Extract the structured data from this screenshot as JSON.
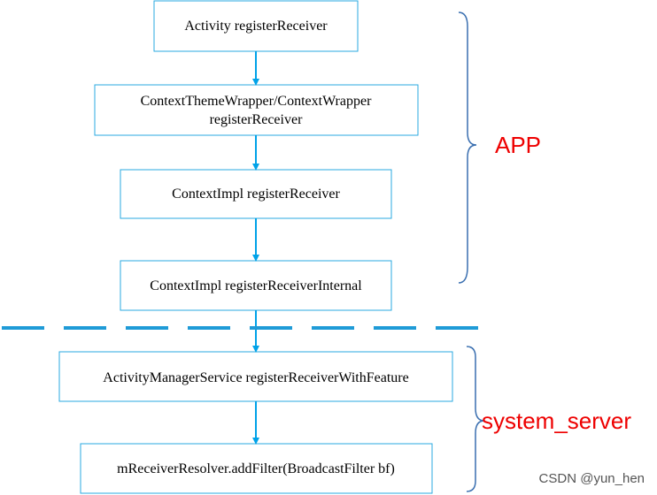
{
  "colors": {
    "box_border": "#29a9e0",
    "arrow": "#00a2e8",
    "separator": "#1f9bd7",
    "brace": "#3a6fb0",
    "region_label": "#ee0000",
    "watermark": "#555555"
  },
  "boxes": {
    "activity": {
      "line1": "Activity registerReceiver"
    },
    "context_wrapper": {
      "line1": "ContextThemeWrapper/ContextWrapper",
      "line2": "registerReceiver"
    },
    "context_impl": {
      "line1": "ContextImpl registerReceiver"
    },
    "context_impl_internal": {
      "line1": "ContextImpl registerReceiverInternal"
    },
    "ams": {
      "line1": "ActivityManagerService registerReceiverWithFeature"
    },
    "resolver": {
      "line1": "mReceiverResolver.addFilter(BroadcastFilter bf)"
    }
  },
  "regions": {
    "app": "APP",
    "system_server": "system_server"
  },
  "watermark": "CSDN @yun_hen"
}
